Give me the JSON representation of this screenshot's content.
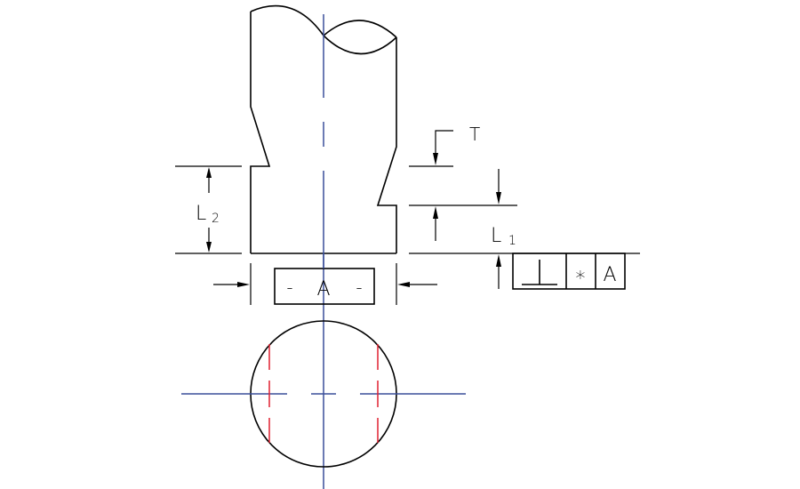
{
  "diagram": {
    "type": "GD&T perpendicularity drawing",
    "colors": {
      "object_line": "#000000",
      "center_line": "#3a4f9a",
      "hidden_line": "#e02030",
      "background": "#ffffff"
    },
    "labels": {
      "T": "T",
      "L1_main": "L",
      "L1_sub": "1",
      "L2_main": "L",
      "L2_sub": "2"
    },
    "datum_feature": {
      "left_dash": "-",
      "letter": "A",
      "right_dash": "-"
    },
    "feature_control_frame": {
      "symbol": "⊥",
      "symbol_name": "perpendicularity",
      "tolerance": "∗",
      "datum": "A"
    },
    "views": [
      "front view",
      "top view"
    ]
  }
}
